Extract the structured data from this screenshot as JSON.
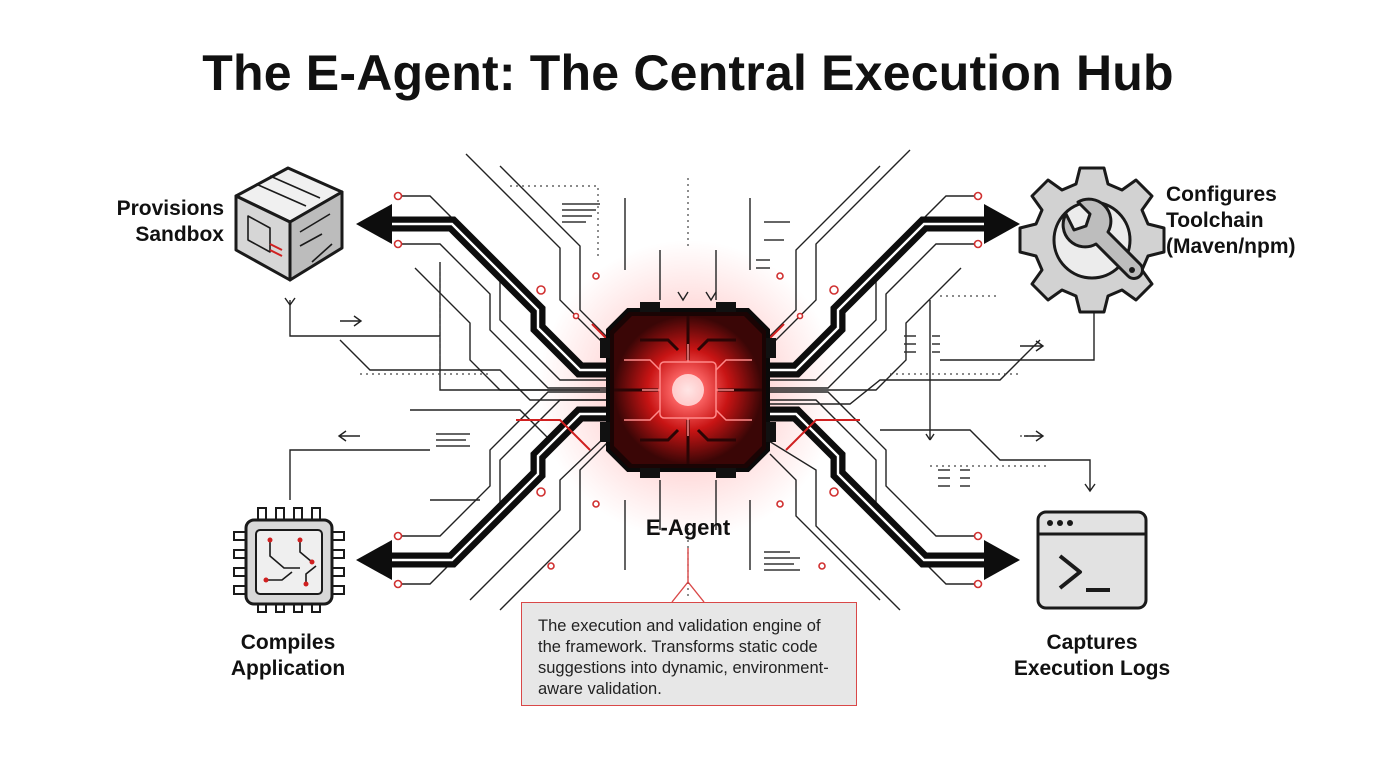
{
  "title": "The E-Agent: The Central Execution Hub",
  "center": {
    "label": "E-Agent",
    "description": "The execution and validation engine of the framework. Transforms static code suggestions into dynamic, environment-aware validation."
  },
  "nodes": {
    "sandbox": {
      "lines": [
        "Provisions",
        "Sandbox"
      ],
      "icon": "cube-icon"
    },
    "toolchain": {
      "lines": [
        "Configures",
        "Toolchain",
        "(Maven/npm)"
      ],
      "icon": "gear-wrench-icon"
    },
    "compiles": {
      "lines": [
        "Compiles",
        "Application"
      ],
      "icon": "chip-icon"
    },
    "logs": {
      "lines": [
        "Captures",
        "Execution Logs"
      ],
      "icon": "terminal-icon"
    }
  },
  "colors": {
    "accent": "#e02020",
    "dark": "#111111",
    "icon_fill": "#e2e2e2"
  }
}
